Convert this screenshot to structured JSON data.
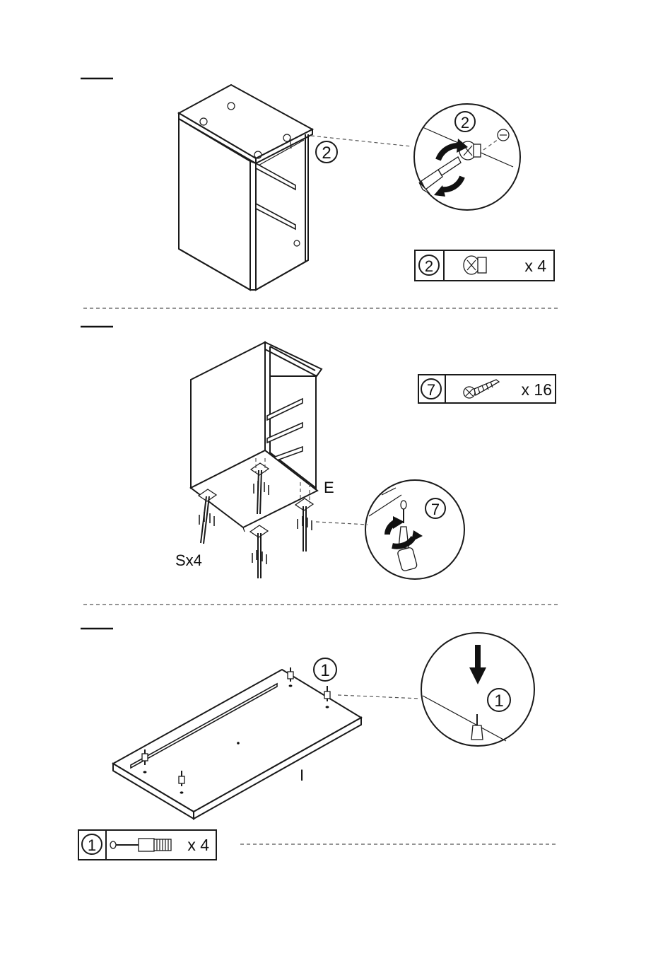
{
  "steps": [
    {
      "callout_label": "2",
      "detail_label": "2",
      "parts_box": {
        "part_number": "2",
        "quantity": "x 4",
        "icon": "cam-lock-icon"
      }
    },
    {
      "panel_label": "E",
      "legs_label": "Sx4",
      "detail_label": "7",
      "parts_box": {
        "part_number": "7",
        "quantity": "x 16",
        "icon": "screw-icon"
      }
    },
    {
      "callout_label": "1",
      "panel_label": "I",
      "detail_label": "1",
      "parts_box": {
        "part_number": "1",
        "quantity": "x 4",
        "icon": "cam-bolt-icon"
      }
    }
  ]
}
